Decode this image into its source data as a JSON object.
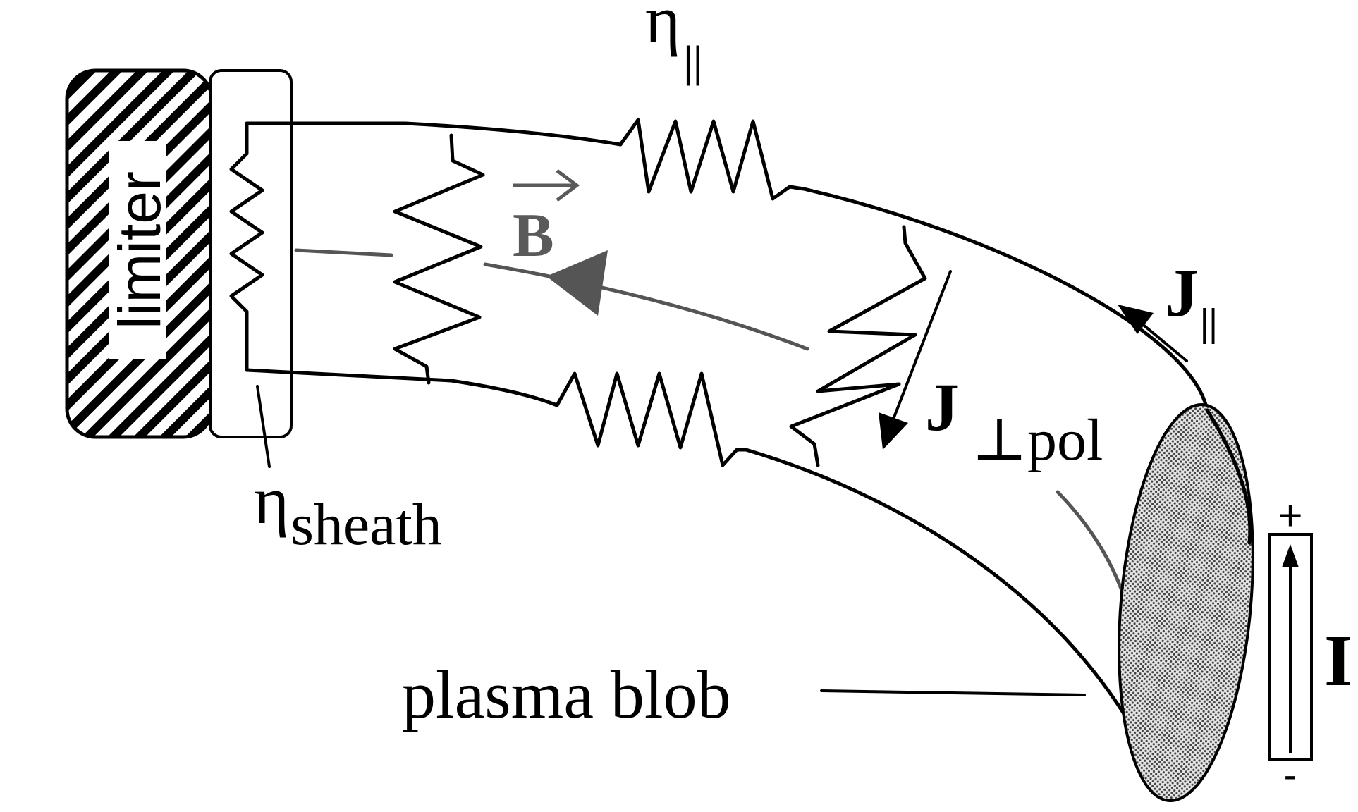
{
  "labels": {
    "limiter": "limiter",
    "eta_par_base": "η",
    "eta_par_sub": "||",
    "eta_sheath_base": "η",
    "eta_sheath_sub": "sheath",
    "b_field": "B",
    "j_par_base": "J",
    "j_par_sub": "||",
    "j_perp_base": "J",
    "j_perp_sub": "⊥pol",
    "plasma_blob": "plasma blob",
    "current": "I",
    "plus": "+",
    "minus": "-"
  },
  "colors": {
    "line": "#000000",
    "field_line": "#555555",
    "b_label": "#5a5a5a",
    "hatch": "#000000",
    "blob_fill": "#bdbdbd",
    "background": "#ffffff"
  }
}
